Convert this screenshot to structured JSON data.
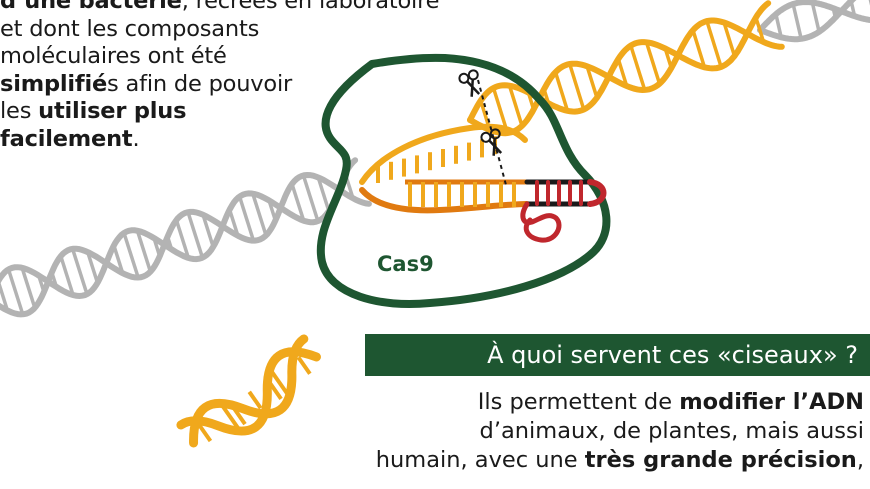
{
  "intro": {
    "line1": "d’une bactérie",
    "line1_rest": ", recréés en laboratoire",
    "line2": "et dont les composants",
    "line3": "moléculaires ont été",
    "line4_bold": "simplifié",
    "line4_rest": "s afin de pouvoir",
    "line5_pre": "les ",
    "line5_bold": "utiliser plus",
    "line6_bold": "facilement",
    "line6_rest": "."
  },
  "diagram": {
    "enzyme_label": "Cas9"
  },
  "section": {
    "heading": "À quoi servent ces «ciseaux» ?",
    "p1_pre": "Ils permettent de ",
    "p1_bold": "modifier l’ADN",
    "p2": "d’animaux, de plantes, mais aussi",
    "p3_pre": "humain, avec une ",
    "p3_bold": "très grande précision",
    "p3_post": ","
  },
  "colors": {
    "dna_gray": "#b3b3b3",
    "dna_orange": "#f0a81c",
    "dna_dark_orange": "#e07a10",
    "guide_red": "#c0272d",
    "cas9_green": "#1e5631"
  }
}
